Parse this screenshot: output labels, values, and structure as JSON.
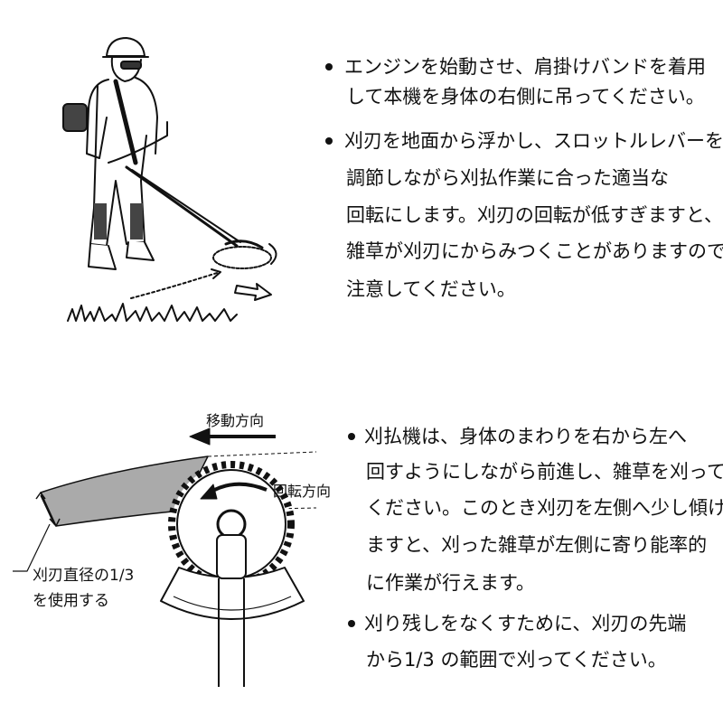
{
  "section1": {
    "bullets": [
      {
        "lines": [
          "エンジンを始動させ、肩掛けバンドを着用",
          "して本機を身体の右側に吊ってください。"
        ]
      },
      {
        "lines": [
          "刈刃を地面から浮かし、スロットルレバーを",
          "調節しながら刈払作業に合った適当な",
          "回転にします。刈刃の回転が低すぎますと、",
          "雑草が刈刃にからみつくことがありますので",
          "注意してください。"
        ]
      }
    ]
  },
  "section2": {
    "diagram": {
      "move_direction": "移動方向",
      "rotation_direction": "回転方向",
      "diameter_label": [
        "刈刃直径の1/3",
        "を使用する"
      ]
    },
    "bullets": [
      {
        "lines": [
          "刈払機は、身体のまわりを右から左へ",
          "回すようにしながら前進し、雑草を刈って",
          "ください。このとき刈刃を左側へ少し傾け",
          "ますと、刈った雑草が左側に寄り能率的",
          "に作業が行えます。"
        ]
      },
      {
        "lines": [
          "刈り残しをなくすために、刈刃の先端",
          "から1/3 の範囲で刈ってください。"
        ]
      }
    ]
  }
}
